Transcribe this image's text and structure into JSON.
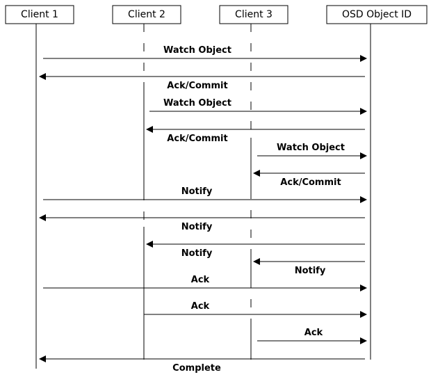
{
  "actors": [
    {
      "id": "client1",
      "label": "Client 1"
    },
    {
      "id": "client2",
      "label": "Client 2"
    },
    {
      "id": "client3",
      "label": "Client 3"
    },
    {
      "id": "osd",
      "label": "OSD Object ID"
    }
  ],
  "messages": [
    {
      "from": "client1",
      "to": "osd",
      "label": "Watch Object"
    },
    {
      "from": "osd",
      "to": "client1",
      "label": "Ack/Commit"
    },
    {
      "from": "client2",
      "to": "osd",
      "label": "Watch Object"
    },
    {
      "from": "osd",
      "to": "client2",
      "label": "Ack/Commit"
    },
    {
      "from": "client3",
      "to": "osd",
      "label": "Watch Object"
    },
    {
      "from": "osd",
      "to": "client3",
      "label": "Ack/Commit"
    },
    {
      "from": "client1",
      "to": "osd",
      "label": "Notify"
    },
    {
      "from": "osd",
      "to": "client1",
      "label": "Notify"
    },
    {
      "from": "osd",
      "to": "client2",
      "label": "Notify"
    },
    {
      "from": "osd",
      "to": "client3",
      "label": "Notify"
    },
    {
      "from": "client1",
      "to": "osd",
      "label": "Ack"
    },
    {
      "from": "client2",
      "to": "osd",
      "label": "Ack"
    },
    {
      "from": "client3",
      "to": "osd",
      "label": "Ack"
    },
    {
      "from": "osd",
      "to": "client1",
      "label": "Complete"
    }
  ]
}
